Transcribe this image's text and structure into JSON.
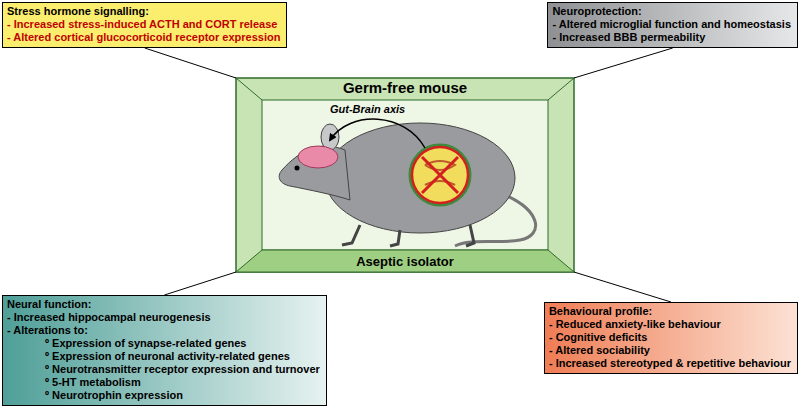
{
  "diagram": {
    "nodes": [
      {
        "text": [
          "Stress hormone signalling:",
          "- Increased stress-induced ACTH and CORT release",
          "- Altered cortical glucocorticoid receptor expression"
        ]
      },
      {
        "text": [
          "Neuroprotection:",
          "- Altered  microglial function and homeostasis",
          "- Increased BBB permeability"
        ]
      },
      {
        "text": [
          "Germ-free mouse",
          "Aseptic isolator"
        ]
      },
      {
        "text": [
          "Neural function:",
          "- Increased hippocampal neurogenesis",
          "- Alterations to:",
          "º Expression of synapse-related genes",
          "º Expression of neuronal activity-related genes",
          "º Neurotransmitter receptor expression and turnover",
          "º 5-HT metabolism",
          "º Neurotrophin expression"
        ]
      },
      {
        "text": [
          "Behavioural profile:",
          "- Reduced anxiety-like behaviour",
          "- Cognitive deficits",
          "- Altered sociability",
          "- Increased stereotyped & repetitive behaviour"
        ]
      }
    ],
    "edges": [
      {
        "from": 0,
        "to": 2,
        "arrow": "none"
      },
      {
        "from": 1,
        "to": 2,
        "arrow": "none"
      },
      {
        "from": 3,
        "to": 2,
        "arrow": "none"
      },
      {
        "from": 4,
        "to": 2,
        "arrow": "none"
      }
    ],
    "labels": [
      "Gut-Brain axis"
    ]
  }
}
